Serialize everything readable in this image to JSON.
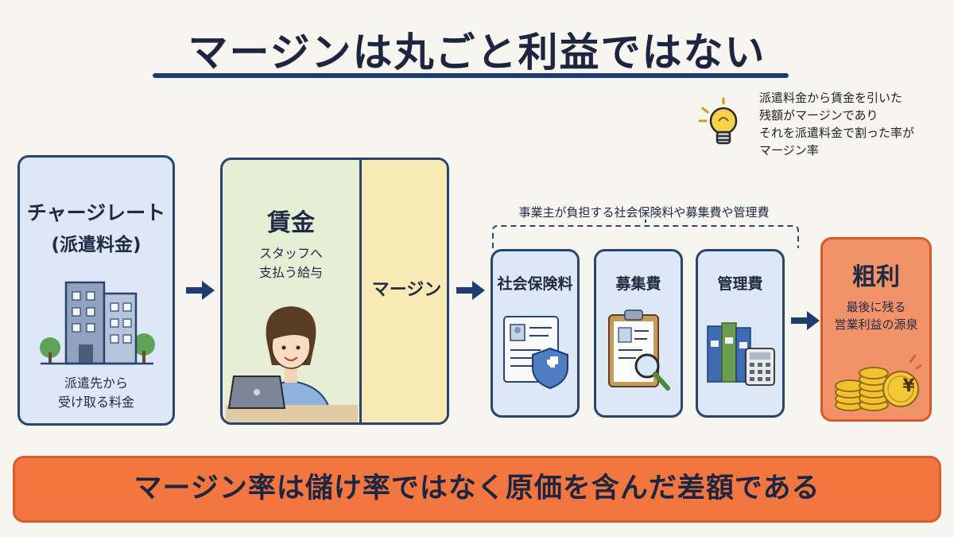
{
  "title": "マージンは丸ごと利益ではない",
  "note": {
    "lines": [
      "派遣料金から賃金を引いた",
      "残額がマージンであり",
      "それを派遣料金で割った率が",
      "マージン率"
    ]
  },
  "charge_rate": {
    "title": "チャージレート",
    "subtitle": "(派遣料金)",
    "desc_lines": [
      "派遣先から",
      "受け取る料金"
    ]
  },
  "wage": {
    "title": "賃金",
    "desc_lines": [
      "スタッフへ",
      "支払う給与"
    ]
  },
  "margin_label": "マージン",
  "costs": {
    "header": "事業主が負担する社会保険料や募集費や管理費",
    "items": [
      {
        "label": "社会保険料",
        "icon": "insurance-document-icon"
      },
      {
        "label": "募集費",
        "icon": "clipboard-magnifier-icon"
      },
      {
        "label": "管理費",
        "icon": "binders-calculator-icon"
      }
    ]
  },
  "profit": {
    "title": "粗利",
    "desc_lines": [
      "最後に残る",
      "営業利益の源泉"
    ],
    "yen_symbol": "¥"
  },
  "banner": "マージン率は儲け率ではなく原価を含んだ差額である",
  "colors": {
    "navy": "#2b4371",
    "blue_box": "#dde8f6",
    "green_box": "#e6efd6",
    "yellow_box": "#f9eab5",
    "orange": "#f1763f"
  }
}
